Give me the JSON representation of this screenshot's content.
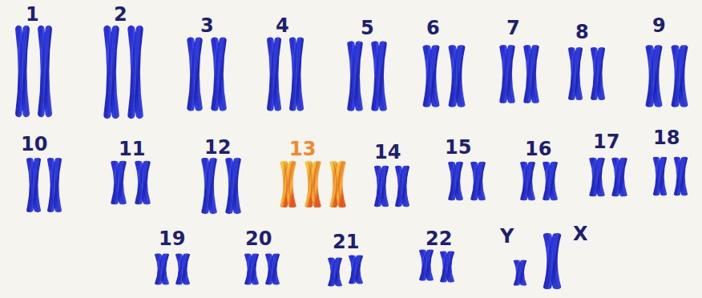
{
  "diagram": {
    "labels": [
      "1",
      "2",
      "3",
      "4",
      "5",
      "6",
      "7",
      "8",
      "9",
      "10",
      "11",
      "12",
      "13",
      "14",
      "15",
      "16",
      "17",
      "18",
      "19",
      "20",
      "21",
      "22",
      "Y",
      "X"
    ]
  }
}
